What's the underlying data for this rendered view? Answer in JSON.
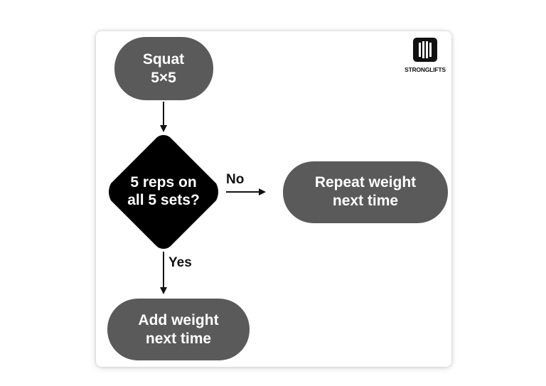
{
  "brand": {
    "logo_text": "STRONGLIFTS"
  },
  "colors": {
    "node_fill": "#5a5a5a",
    "decision_fill": "#000000",
    "text_on_node": "#ffffff",
    "edge": "#111111"
  },
  "nodes": {
    "start": {
      "line1": "Squat",
      "line2": "5×5"
    },
    "decision": {
      "line1": "5 reps on",
      "line2": "all 5 sets?"
    },
    "no_outcome": {
      "line1": "Repeat weight",
      "line2": "next time"
    },
    "yes_outcome": {
      "line1": "Add weight",
      "line2": "next time"
    }
  },
  "edges": {
    "no_label": "No",
    "yes_label": "Yes"
  }
}
